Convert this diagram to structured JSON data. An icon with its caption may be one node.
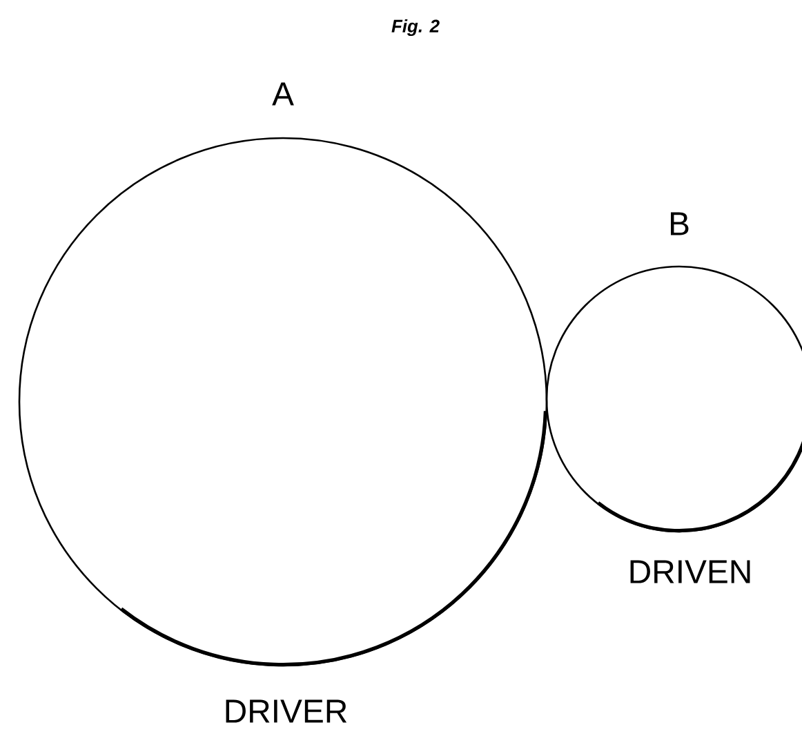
{
  "diagram": {
    "title": "Fig. 2",
    "nodes": [
      {
        "text": [
          "A"
        ],
        "beside": [
          "DRIVER"
        ]
      },
      {
        "text": [
          "B"
        ],
        "beside": [
          "DRIVEN"
        ]
      }
    ],
    "edges": []
  }
}
